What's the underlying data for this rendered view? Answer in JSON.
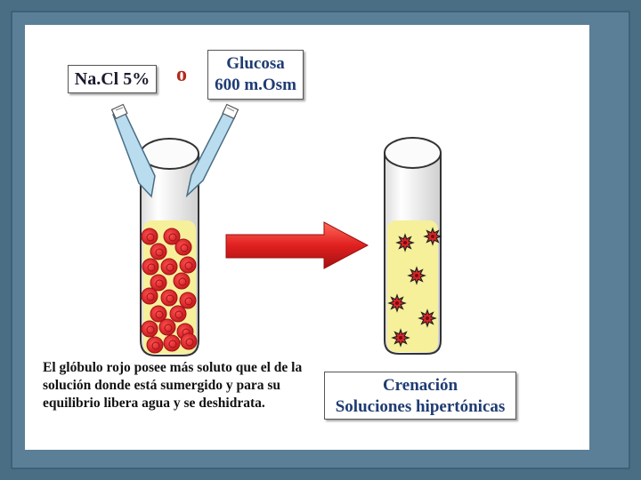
{
  "labels": {
    "solution_a": "Na.Cl  5%",
    "connector": "o",
    "solution_b_line1": "Glucosa",
    "solution_b_line2": "600 m.Osm",
    "result_line1": "Crenación",
    "result_line2": "Soluciones hipertónicas",
    "description": "El glóbulo rojo posee más soluto que el de la solución donde está sumergido y para su equilibrio libera agua y se deshidrata."
  },
  "colors": {
    "frame_outer": "#4a6e84",
    "liquid": "#f6f09a",
    "cell_red": "#d8262a",
    "arrow_red": "#e02020",
    "pipette_blue": "#b9dcee",
    "title_blue": "#1f3c73"
  },
  "icons": {
    "left_tube": "test-tube-icon",
    "right_tube": "test-tube-icon",
    "pipette": "pipette-icon",
    "process_arrow": "right-arrow-icon",
    "normal_cell": "red-blood-cell-icon",
    "crenated_cell": "crenated-cell-icon"
  }
}
